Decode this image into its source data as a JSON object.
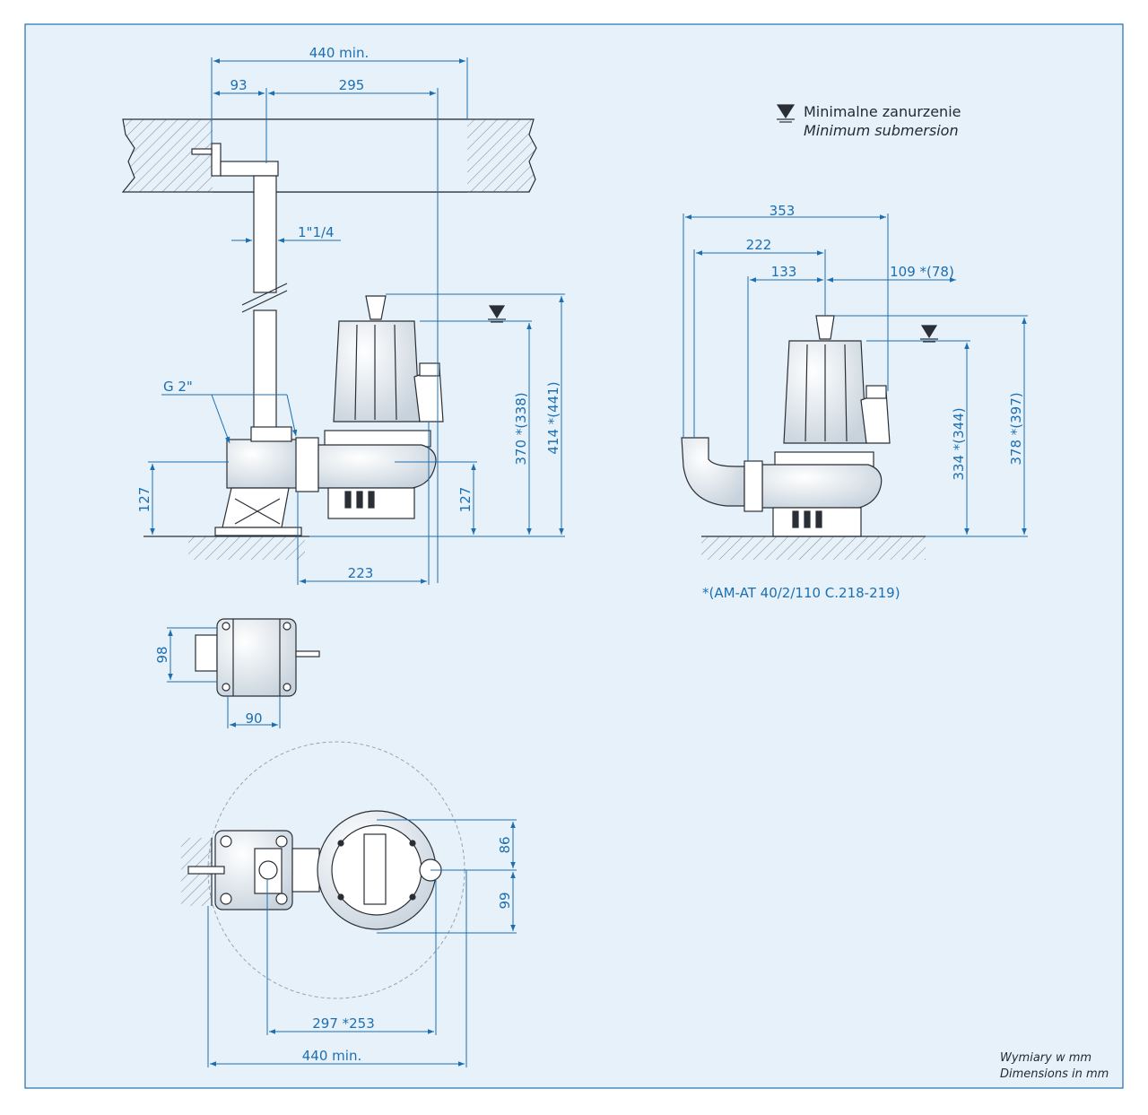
{
  "colors": {
    "background": "#e6f1fa",
    "frame": "#1d6fb0",
    "dimension": "#1d6fb0",
    "outline": "#2a2f36",
    "hatch": "#7f8891"
  },
  "legend": {
    "icon": "min-submersion-symbol",
    "label_pl": "Minimalne zanurzenie",
    "label_en": "Minimum submersion"
  },
  "dimensions": {
    "left_view": {
      "min_width": "440 min.",
      "offset_93": "93",
      "offset_295": "295",
      "pipe": "1\"1/4",
      "thread": "G 2\"",
      "height_127_left": "127",
      "height_127_right": "127",
      "height_370": "370 *(338)",
      "height_414": "414 *(441)",
      "base_223": "223"
    },
    "foot_view": {
      "height_98": "98",
      "width_90": "90"
    },
    "top_view": {
      "off_86": "86",
      "off_99": "99",
      "span_297": "297 *253",
      "min_width": "440 min."
    },
    "right_view": {
      "w_353": "353",
      "w_222": "222",
      "w_133": "133",
      "w_109": "109 *(78)",
      "h_334": "334 *(344)",
      "h_378": "378 *(397)"
    }
  },
  "note": "*(AM-AT 40/2/110 C.218-219)",
  "footer": {
    "units_pl": "Wymiary w mm",
    "units_en": "Dimensions in mm"
  }
}
